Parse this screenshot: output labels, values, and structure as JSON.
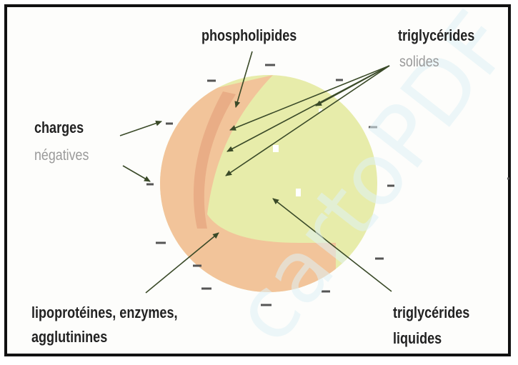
{
  "labels": {
    "phospholipids": "phospholipides",
    "triglycerides_solid": "triglycérides",
    "triglycerides_solid_sub": "solides",
    "negative_charges": "charges",
    "negative_charges_sub": "négatives",
    "lipoproteins_line1": "lipoprotéines, enzymes,",
    "lipoproteins_line2": "agglutinines",
    "triglycerides_liquid": "triglycérides",
    "triglycerides_liquid_sub": "liquides"
  },
  "colors": {
    "globule_core": "#e7ecaa",
    "membrane": "#f2c49a",
    "membrane_dark": "#e9ad86",
    "arrow": "#3a4a28"
  }
}
